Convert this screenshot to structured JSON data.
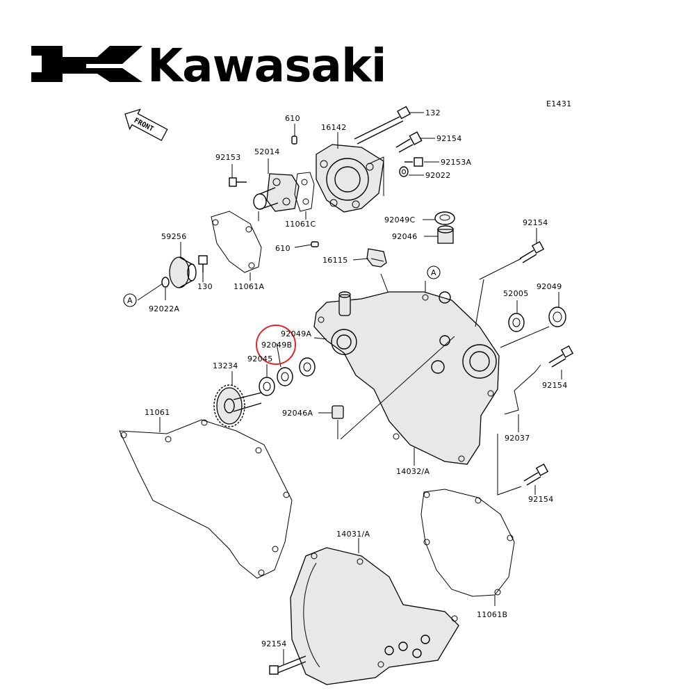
{
  "brand": {
    "name": "Kawasaki"
  },
  "diagram_code": "E1431",
  "front_label": "FRONT",
  "callout_letter": "A",
  "highlight_color": "#e0252b",
  "highlighted_part": "92049B",
  "parts": {
    "p132": "132",
    "p610a": "610",
    "p16142": "16142",
    "p92154a": "92154",
    "p92153": "92153",
    "p52014": "52014",
    "p92153a": "92153A",
    "p92022": "92022",
    "p11061c": "11061C",
    "p92049c": "92049C",
    "p92046": "92046",
    "p92154b": "92154",
    "p610b": "610",
    "p59256": "59256",
    "p16115": "16115",
    "p130": "130",
    "p11061a": "11061A",
    "p52005": "52005",
    "p92049": "92049",
    "p92022a": "92022A",
    "p92049a": "92049A",
    "p92049b": "92049B",
    "p92045": "92045",
    "p13234": "13234",
    "p92154c": "92154",
    "p11061": "11061",
    "p92046a": "92046A",
    "p92037": "92037",
    "p14032a": "14032/A",
    "p92154d": "92154",
    "p14031a": "14031/A",
    "p11061b": "11061B",
    "p92154e": "92154"
  }
}
